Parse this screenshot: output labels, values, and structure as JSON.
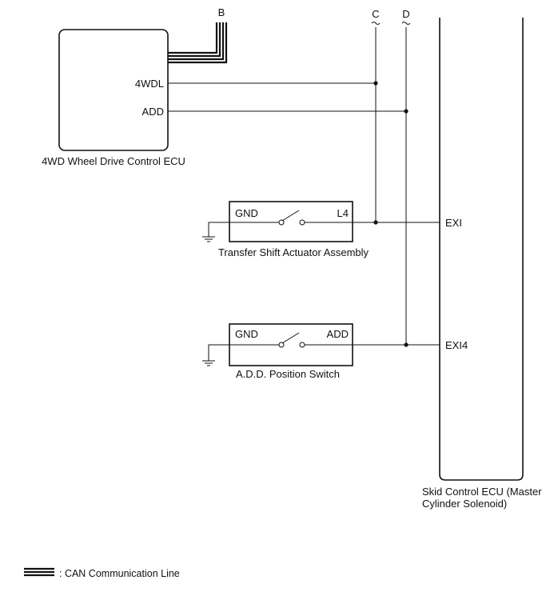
{
  "connectors": {
    "b": "B",
    "c": "C",
    "d": "D"
  },
  "ecu_4wd": {
    "name": "4WD Wheel Drive Control ECU",
    "pin_4wdl": "4WDL",
    "pin_add": "ADD"
  },
  "transfer_actuator": {
    "name": "Transfer Shift Actuator Assembly",
    "pin_gnd": "GND",
    "pin_l4": "L4"
  },
  "add_switch": {
    "name": "A.D.D. Position Switch",
    "pin_gnd": "GND",
    "pin_add": "ADD"
  },
  "skid_ecu": {
    "name_line1": "Skid Control ECU (Master",
    "name_line2": "Cylinder Solenoid)",
    "pin_exi": "EXI",
    "pin_exi4": "EXI4"
  },
  "legend": {
    "can_line": ": CAN Communication Line"
  }
}
